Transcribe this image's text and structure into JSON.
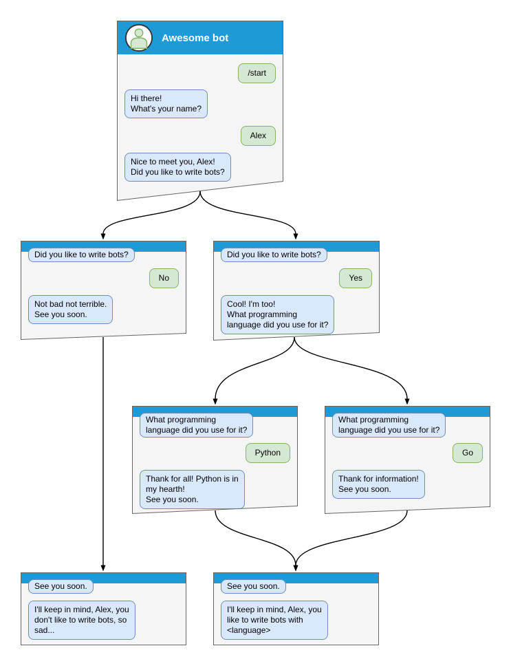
{
  "colors": {
    "header-blue": "#1e9bd7",
    "window-bg": "#f5f5f5",
    "window-border": "#666666",
    "bot-bubble-bg": "#dae8fc",
    "bot-bubble-border": "#6c8ebf",
    "user-bubble-bg": "#d5e8d4",
    "user-bubble-border": "#82b366",
    "arrow": "#000000"
  },
  "windows": [
    {
      "title": "Awesome bot",
      "messages": [
        {
          "from": "user",
          "text": "/start"
        },
        {
          "from": "bot",
          "text": "Hi there!\nWhat's your name?"
        },
        {
          "from": "user",
          "text": "Alex"
        },
        {
          "from": "bot",
          "text": "Nice to meet you, Alex!\nDid you like to write bots?"
        }
      ]
    },
    {
      "messages": [
        {
          "from": "bot",
          "text": "Did you like to write bots?"
        },
        {
          "from": "user",
          "text": "No"
        },
        {
          "from": "bot",
          "text": "Not bad not terrible.\nSee you soon."
        }
      ]
    },
    {
      "messages": [
        {
          "from": "bot",
          "text": "Did you like to write bots?"
        },
        {
          "from": "user",
          "text": "Yes"
        },
        {
          "from": "bot",
          "text": "Cool! I'm too!\nWhat programming\nlanguage did you use for it?"
        }
      ]
    },
    {
      "messages": [
        {
          "from": "bot",
          "text": "What programming\nlanguage did you use for it?"
        },
        {
          "from": "user",
          "text": "Python"
        },
        {
          "from": "bot",
          "text": "Thank for all! Python is in\nmy hearth!\nSee you soon."
        }
      ]
    },
    {
      "messages": [
        {
          "from": "bot",
          "text": "What programming\nlanguage did you use for it?"
        },
        {
          "from": "user",
          "text": "Go"
        },
        {
          "from": "bot",
          "text": "Thank for information!\nSee you soon."
        }
      ]
    },
    {
      "messages": [
        {
          "from": "bot",
          "text": "See you soon."
        },
        {
          "from": "bot",
          "text": "I'll keep in mind, Alex, you\ndon't like to write bots, so\nsad..."
        }
      ]
    },
    {
      "messages": [
        {
          "from": "bot",
          "text": "See you soon."
        },
        {
          "from": "bot",
          "text": "I'll keep in mind, Alex, you\nlike to write bots with\n<language>"
        }
      ]
    }
  ]
}
